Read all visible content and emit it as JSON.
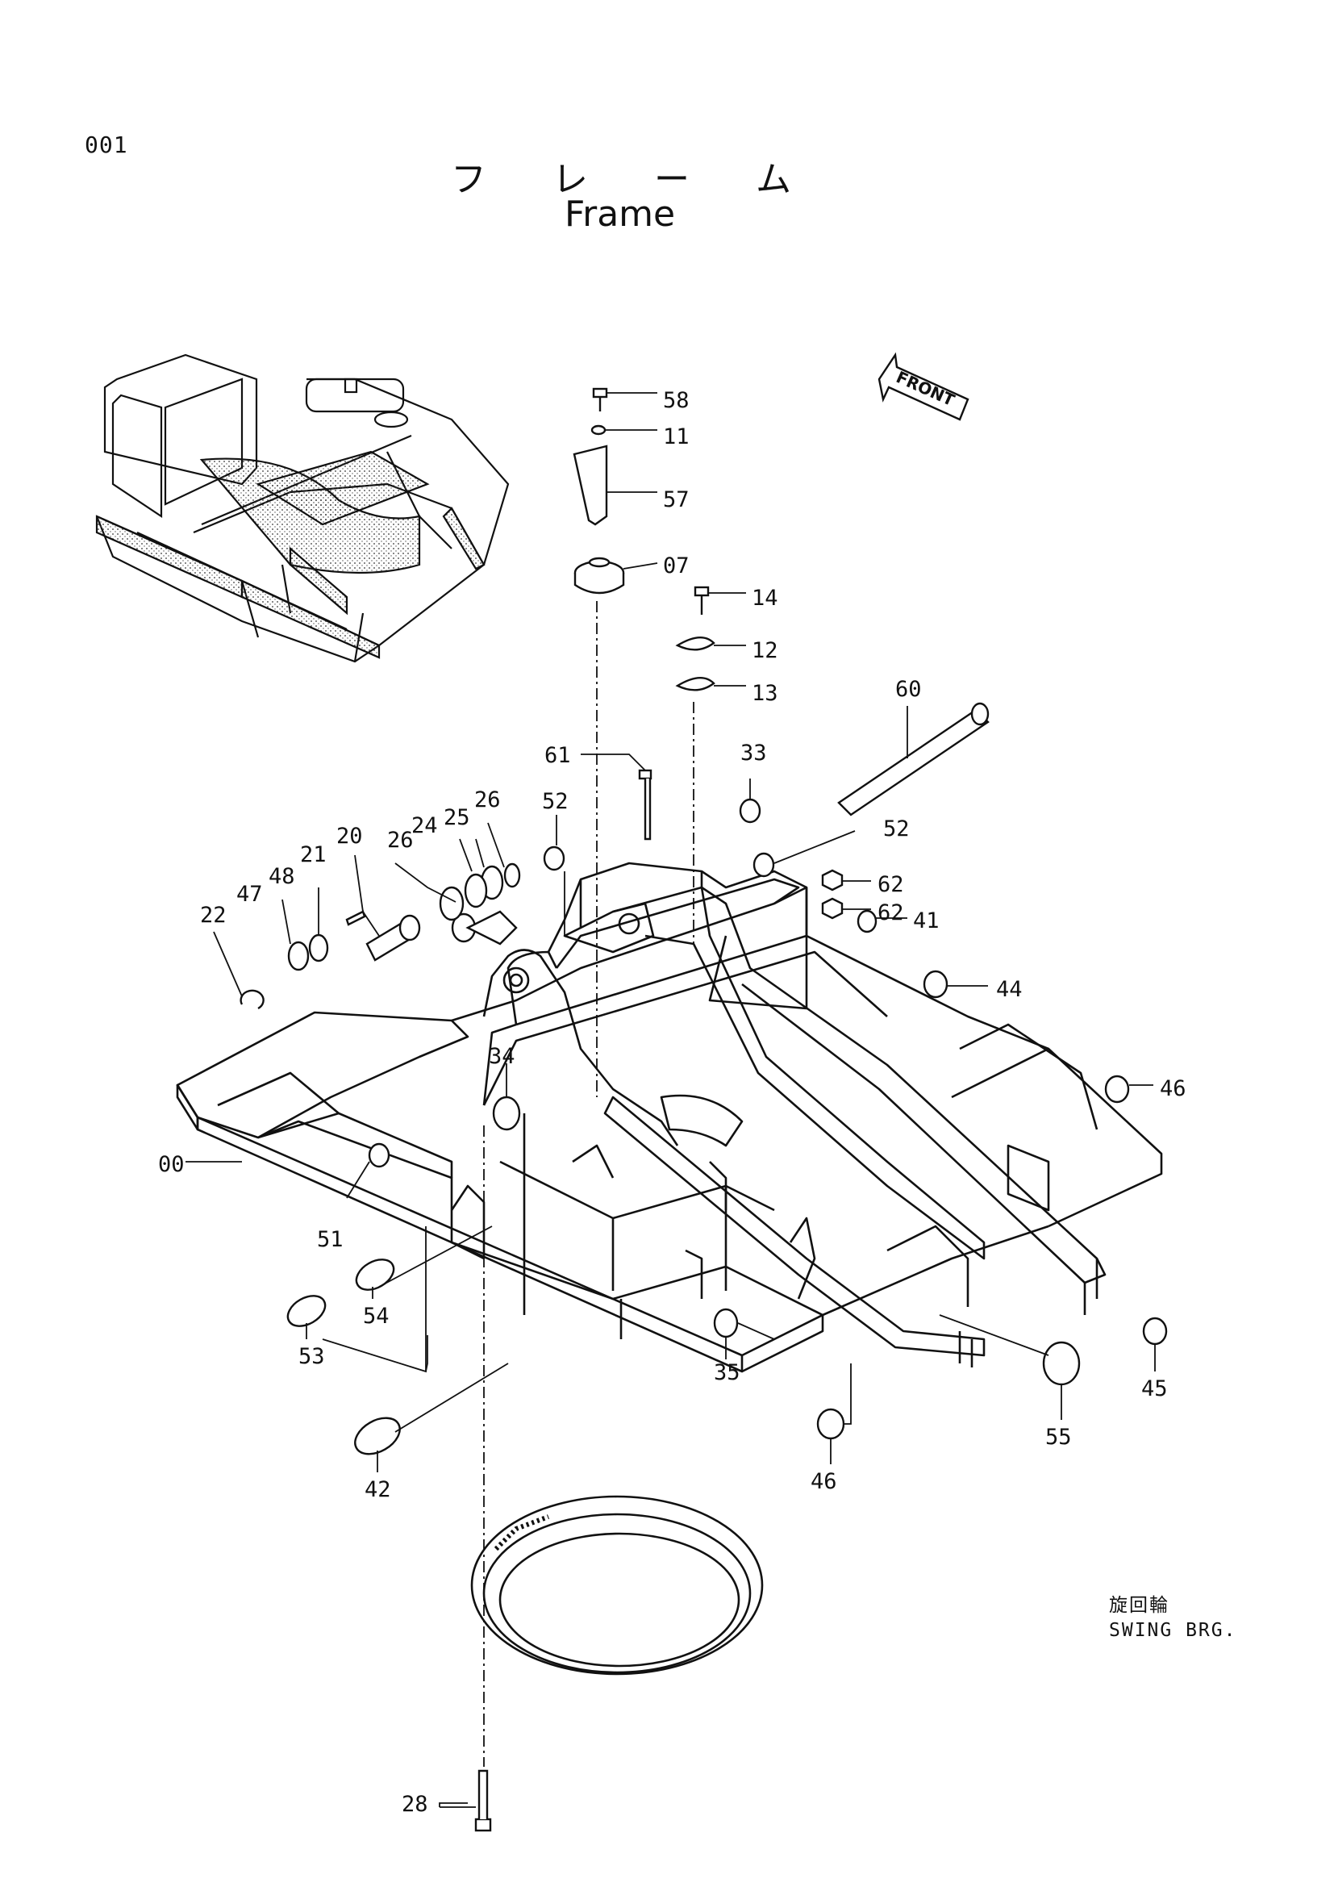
{
  "page": {
    "number": "001"
  },
  "title": {
    "japanese": "フ レ ー ム",
    "english": "Frame"
  },
  "front_arrow": {
    "label": "FRONT"
  },
  "inset": {
    "icon": "excavator-upper-structure-illustration"
  },
  "swing_bearing": {
    "japanese": "旋回輪",
    "english": "SWING  BRG."
  },
  "callouts": [
    "58",
    "11",
    "57",
    "07",
    "14",
    "12",
    "13",
    "60",
    "61",
    "33",
    "52",
    "52",
    "62",
    "62",
    "41",
    "44",
    "46",
    "46",
    "45",
    "55",
    "35",
    "34",
    "00",
    "51",
    "54",
    "53",
    "42",
    "26",
    "25",
    "24",
    "26",
    "20",
    "21",
    "48",
    "47",
    "22",
    "28"
  ]
}
